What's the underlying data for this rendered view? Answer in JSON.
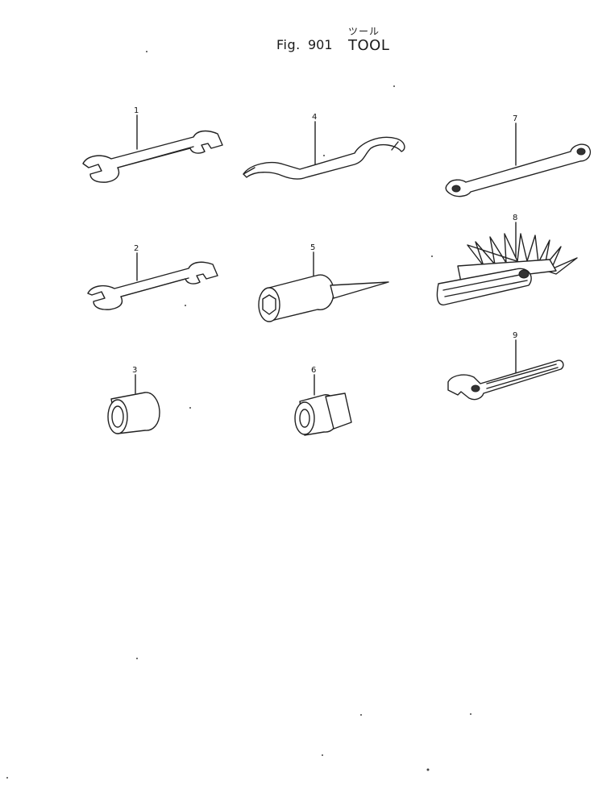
{
  "header": {
    "fig_label": "Fig.",
    "fig_number": "901",
    "title_jp": "ツール",
    "title_en": "TOOL"
  },
  "callouts": [
    "1",
    "2",
    "3",
    "4",
    "5",
    "6",
    "7",
    "8",
    "9"
  ],
  "parts": [
    {
      "callout": "1",
      "icon": "double-open-end-wrench-icon"
    },
    {
      "callout": "2",
      "icon": "double-open-end-wrench-small-icon"
    },
    {
      "callout": "3",
      "icon": "socket-icon"
    },
    {
      "callout": "4",
      "icon": "hook-spanner-wrench-icon"
    },
    {
      "callout": "5",
      "icon": "socket-with-screwdriver-handle-icon"
    },
    {
      "callout": "6",
      "icon": "short-socket-adapter-icon"
    },
    {
      "callout": "7",
      "icon": "box-end-wrench-icon"
    },
    {
      "callout": "8",
      "icon": "feeler-gauge-icon"
    },
    {
      "callout": "9",
      "icon": "adjustable-wrench-icon"
    }
  ]
}
